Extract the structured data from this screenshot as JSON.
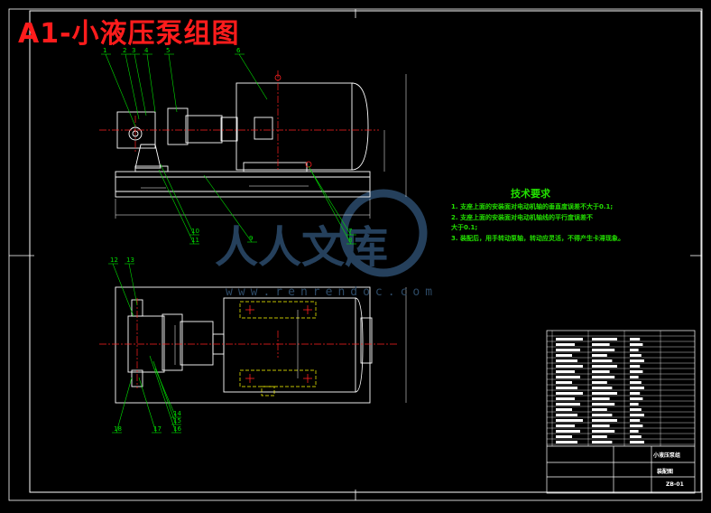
{
  "drawing": {
    "title": "A1-小液压泵组图",
    "technical_requirements": {
      "heading": "技术要求",
      "lines": [
        "1. 支座上面的安装面对电动机轴的垂直度误差不大于0.1;",
        "2. 支座上面的安装面对电动机轴线的平行度误差不",
        "   大于0.1;",
        "3. 装配后，用手转动泵轴，转动应灵活，不得产生卡滞现象。"
      ]
    },
    "part_callouts": [
      "1",
      "2",
      "3",
      "4",
      "5",
      "6",
      "7",
      "8",
      "9",
      "10",
      "11",
      "12",
      "13",
      "14",
      "15",
      "16",
      "17",
      "18"
    ],
    "watermark": {
      "url": "www.renrendoc.com",
      "brand": "人人文库"
    },
    "title_block": {
      "drawing_name": "小液压泵组",
      "label_right": "装配图",
      "code": "ZB-01"
    },
    "colors": {
      "title": "#ff1c1c",
      "outline": "#ffffff",
      "callout": "#00e000",
      "centerline": "#ff2020",
      "hidden": "#ffff00",
      "dimension": "#ffffff",
      "watermark": "#2a4866"
    }
  }
}
